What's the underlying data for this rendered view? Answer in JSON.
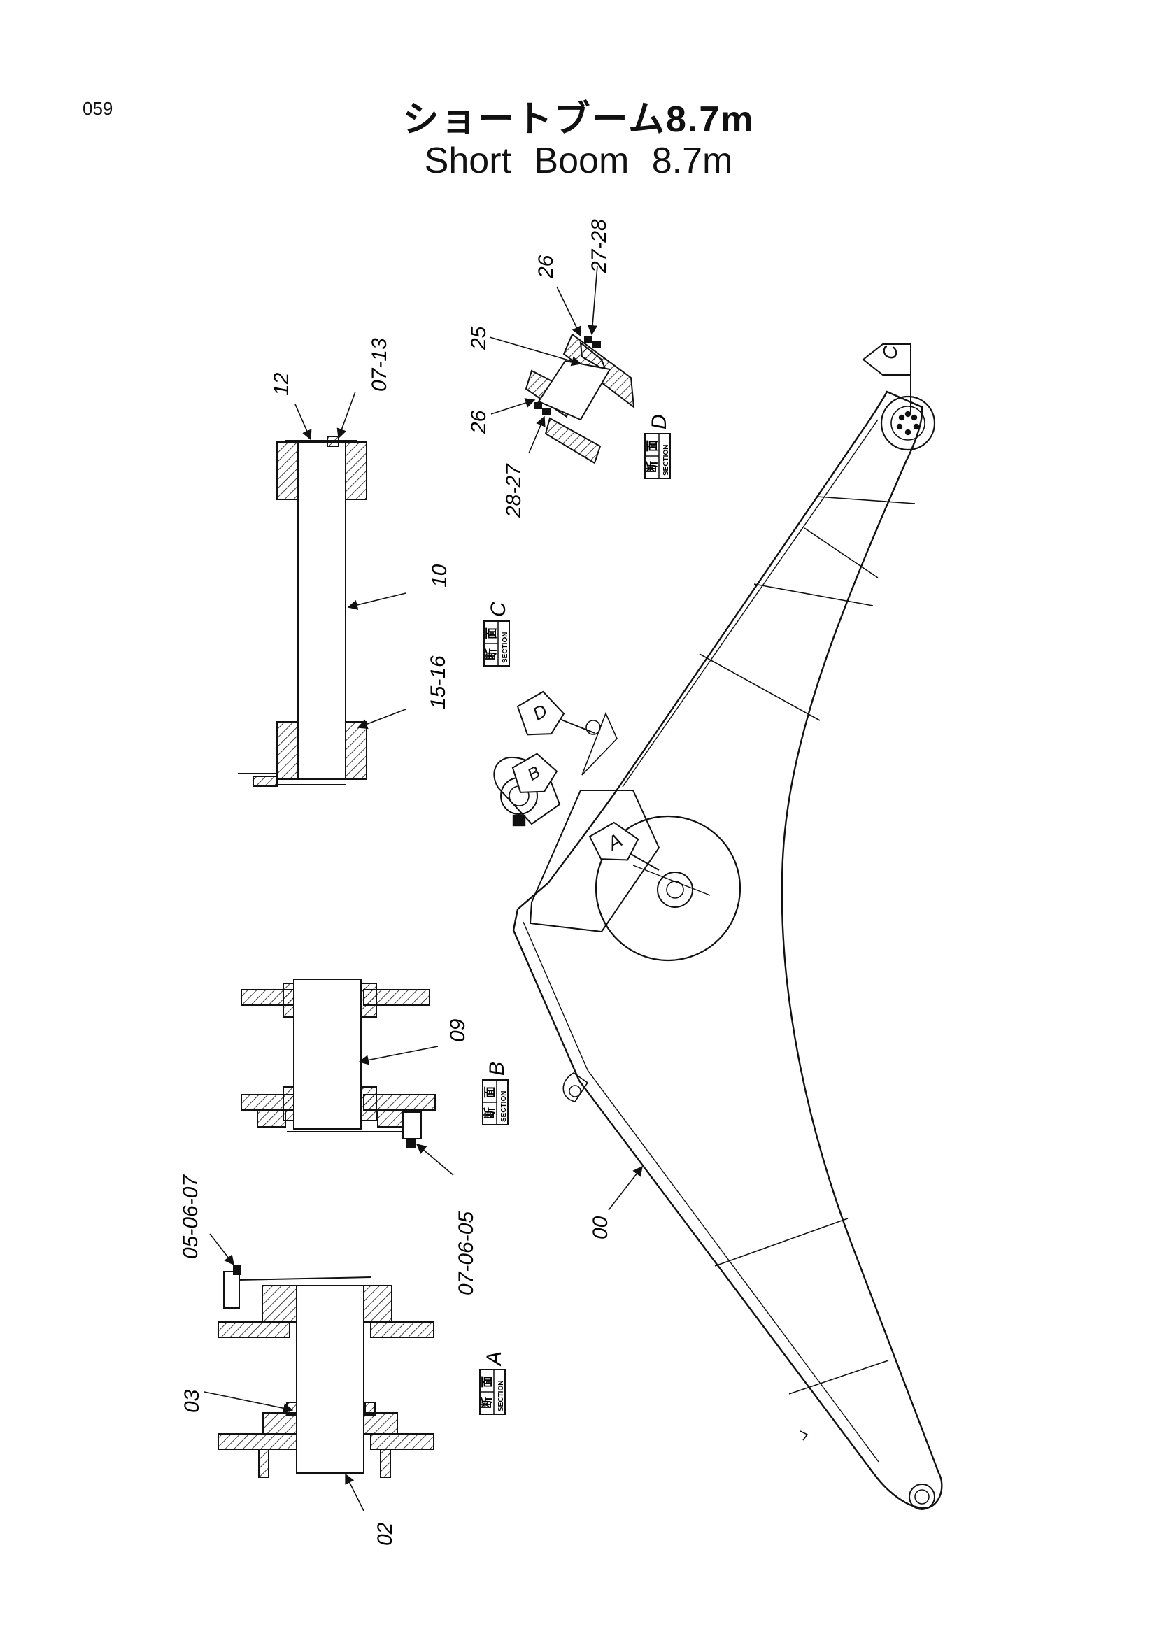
{
  "page_number": "059",
  "title": {
    "japanese": "ショートブーム8.7m",
    "english": "Short Boom 8.7m"
  },
  "section_badge": {
    "kanji_left": "断",
    "kanji_right": "面",
    "word": "SECTION"
  },
  "sections": {
    "a": {
      "letter": "A",
      "callouts": [
        "02",
        "03",
        "05-06-07"
      ]
    },
    "b": {
      "letter": "B",
      "callouts": [
        "09",
        "07-06-05"
      ]
    },
    "c": {
      "letter": "C",
      "callouts": [
        "10",
        "12",
        "07-13",
        "15-16"
      ]
    },
    "d": {
      "letter": "D",
      "callouts": [
        "25",
        "26",
        "26",
        "27-28",
        "28-27"
      ]
    }
  },
  "boom": {
    "callout": "00",
    "view_markers": [
      "A",
      "B",
      "C",
      "D"
    ]
  }
}
